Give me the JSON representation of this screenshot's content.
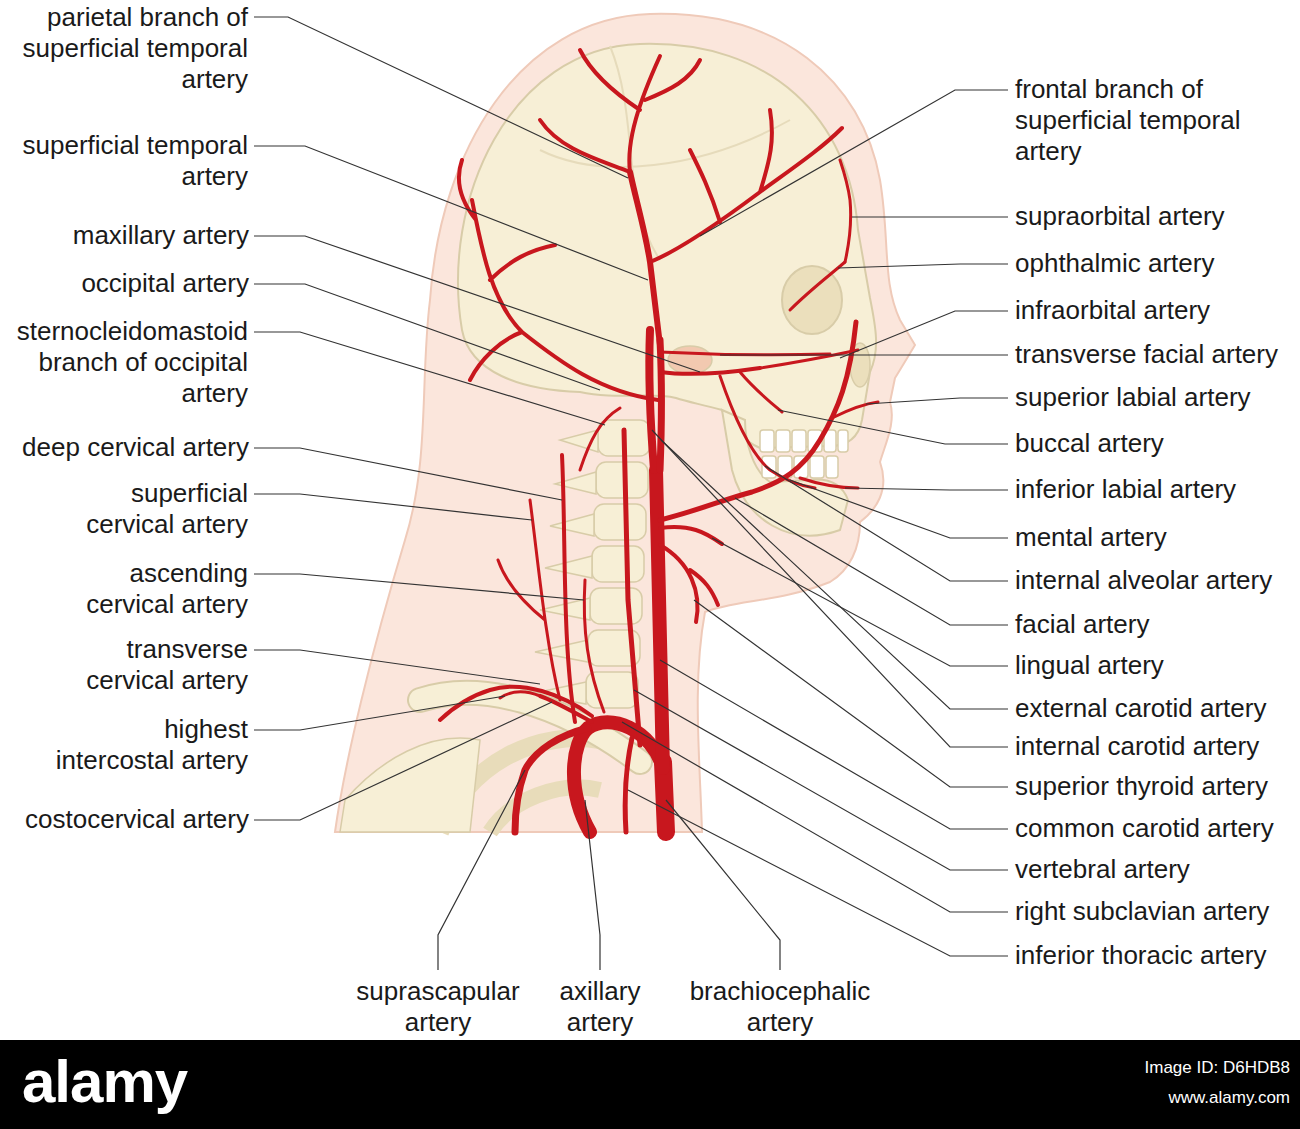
{
  "diagram": {
    "labels": [
      "parietal branch of superficial temporal artery",
      "superficial temporal artery",
      "maxillary artery",
      "occipital artery",
      "sternocleidomastoid branch of occipital artery",
      "deep cervical artery",
      "superficial cervical artery",
      "ascending cervical artery",
      "transverse cervical artery",
      "highest intercostal artery",
      "costocervical artery",
      "frontal branch of superficial temporal artery",
      "supraorbital artery",
      "ophthalmic artery",
      "infraorbital artery",
      "transverse facial artery",
      "superior labial artery",
      "buccal artery",
      "inferior labial artery",
      "mental artery",
      "internal alveolar artery",
      "facial artery",
      "lingual artery",
      "external carotid artery",
      "internal carotid artery",
      "superior thyroid artery",
      "common carotid artery",
      "vertebral artery",
      "right subclavian artery",
      "inferior thoracic artery",
      "suprascapular artery",
      "axillary artery",
      "brachiocephalic artery",
      "alamy",
      "Image ID: D6HDB8",
      "www.alamy.com"
    ]
  }
}
